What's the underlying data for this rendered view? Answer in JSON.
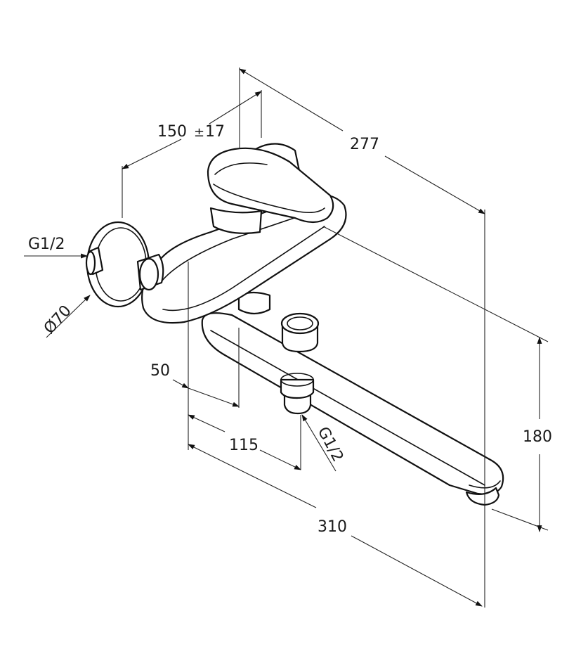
{
  "dimensions": {
    "width_150": "150",
    "tolerance": "±",
    "tol_17": "17",
    "length_277": "277",
    "inlet_thread": "G1/2",
    "flange_dia": "Ø70",
    "offset_50": "50",
    "offset_115": "115",
    "outlet_thread": "G1/2",
    "height_180": "180",
    "length_310": "310"
  }
}
